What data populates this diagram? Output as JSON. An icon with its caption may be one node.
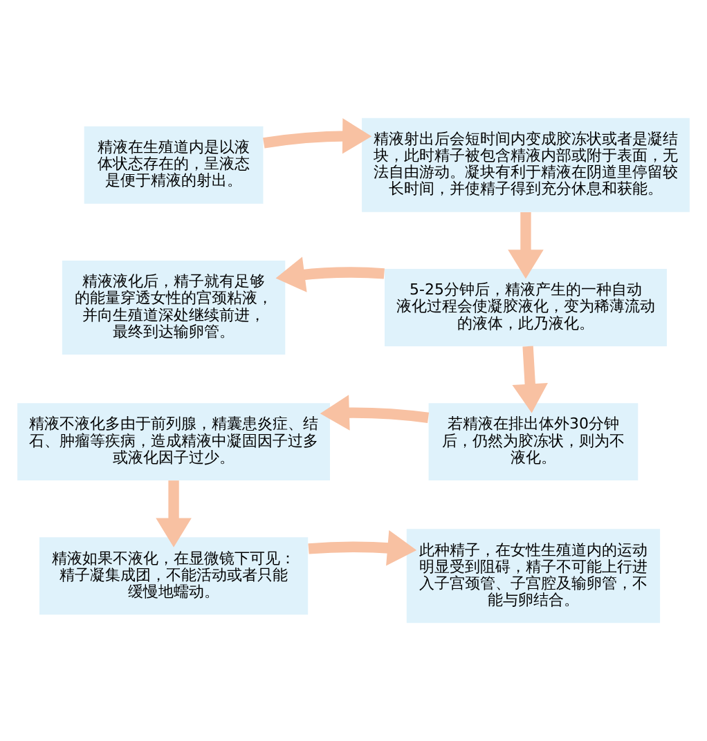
{
  "diagram": {
    "nodes": [
      {
        "text": [
          "精液在生殖道内是以液体状态存在的，呈液态是便于精液的射出。"
        ]
      },
      {
        "text": [
          "精液射出后会短时间内变成胶冻状或者是凝结块，此时精子被包含精液内部或附于表面，无法自由游动。凝块有利于精液在阴道里停留较长时间，并使精子得到充分休息和获能。"
        ]
      },
      {
        "text": [
          "精液液化后，精子就有足够的能量穿透女性的宫颈粘液，并向生殖道深处继续前进，最终到达输卵管。"
        ]
      },
      {
        "text": [
          "5-25分钟后，精液产生的一种自动液化过程会使凝胶液化，变为稀薄流动的液体，此乃液化。"
        ]
      },
      {
        "text": [
          "精液不液化多由于前列腺，精囊患炎症、结石、肿瘤等疾病，造成精液中凝固因子过多或液化因子过少。"
        ]
      },
      {
        "text": [
          "若精液在排出体外30分钟后，仍然为胶冻状，则为不液化。"
        ]
      },
      {
        "text": [
          "精液如果不液化，在显微镜下可见：精子凝集成团，不能活动或者只能缓慢地蠕动。"
        ]
      },
      {
        "text": [
          "此种精子，在女性生殖道内的运动明显受到阻碍，精子不可能上行进入子宫颈管、子宫腔及输卵管，不能与卵结合。"
        ]
      }
    ],
    "edges": [
      {
        "from": 0,
        "to": 1,
        "arrow": "to"
      },
      {
        "from": 1,
        "to": 3,
        "arrow": "to"
      },
      {
        "from": 3,
        "to": 2,
        "arrow": "to"
      },
      {
        "from": 3,
        "to": 5,
        "arrow": "to"
      },
      {
        "from": 5,
        "to": 4,
        "arrow": "to"
      },
      {
        "from": 4,
        "to": 6,
        "arrow": "to"
      },
      {
        "from": 6,
        "to": 7,
        "arrow": "to"
      }
    ]
  }
}
